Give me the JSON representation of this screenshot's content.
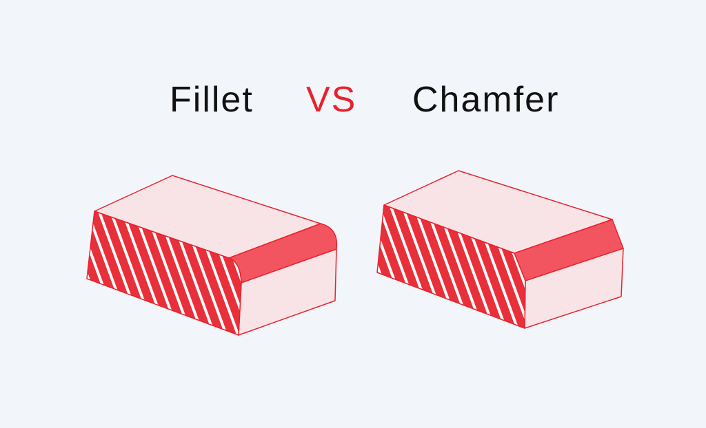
{
  "title": {
    "left": "Fillet",
    "middle": "VS",
    "right": "Chamfer"
  },
  "colors": {
    "background": "#f2f5fa",
    "accent": "#e8212c",
    "face_light": "#f8e4e7",
    "face_dark": "#f25560",
    "hatch": "#e8303b",
    "text": "#111111"
  }
}
